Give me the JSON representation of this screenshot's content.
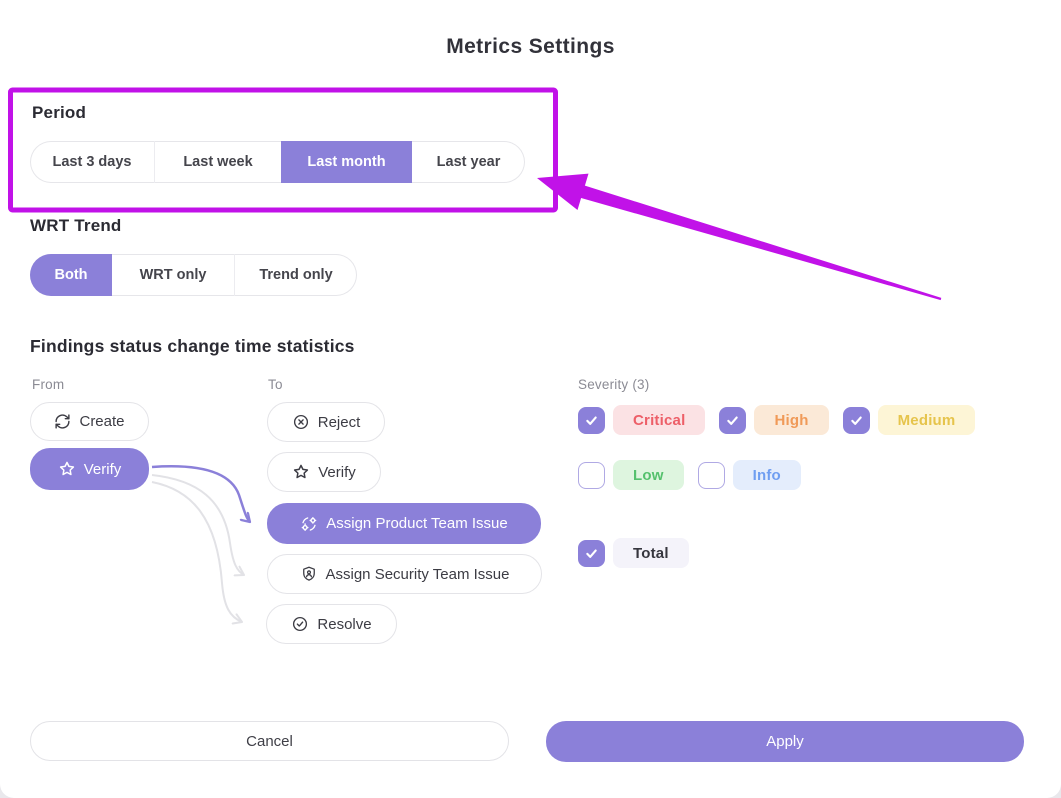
{
  "title": "Metrics Settings",
  "accent_color": "#8b80d9",
  "annotation_color": "#c112e8",
  "period": {
    "label": "Period",
    "options": [
      {
        "label": "Last 3 days",
        "selected": false
      },
      {
        "label": "Last week",
        "selected": false
      },
      {
        "label": "Last month",
        "selected": true
      },
      {
        "label": "Last year",
        "selected": false
      }
    ]
  },
  "wrt_trend": {
    "label": "WRT Trend",
    "options": [
      {
        "label": "Both",
        "selected": true
      },
      {
        "label": "WRT only",
        "selected": false
      },
      {
        "label": "Trend only",
        "selected": false
      }
    ]
  },
  "findings": {
    "heading": "Findings status change time statistics",
    "from_label": "From",
    "to_label": "To",
    "from_options": [
      {
        "label": "Create",
        "icon": "refresh-icon",
        "selected": false
      },
      {
        "label": "Verify",
        "icon": "star-icon",
        "selected": true
      }
    ],
    "to_options": [
      {
        "label": "Reject",
        "icon": "circle-x-icon",
        "selected": false
      },
      {
        "label": "Verify",
        "icon": "star-icon",
        "selected": false
      },
      {
        "label": "Assign Product Team Issue",
        "icon": "gears-sync-icon",
        "selected": true
      },
      {
        "label": "Assign Security Team Issue",
        "icon": "shield-person-icon",
        "selected": false
      },
      {
        "label": "Resolve",
        "icon": "check-circle-icon",
        "selected": false
      }
    ]
  },
  "severity": {
    "label": "Severity (3)",
    "options": [
      {
        "label": "Critical",
        "checked": true,
        "text_color": "#ed5f68",
        "bg_color": "#fbe2e4"
      },
      {
        "label": "High",
        "checked": true,
        "text_color": "#f09a58",
        "bg_color": "#fbe9d7"
      },
      {
        "label": "Medium",
        "checked": true,
        "text_color": "#e6c44c",
        "bg_color": "#fdf5d6"
      },
      {
        "label": "Low",
        "checked": false,
        "text_color": "#55c16d",
        "bg_color": "#def5df"
      },
      {
        "label": "Info",
        "checked": false,
        "text_color": "#6f9ef1",
        "bg_color": "#e4edfc"
      }
    ]
  },
  "total": {
    "label": "Total",
    "checked": true,
    "text_color": "#36363e",
    "bg_color": "#f4f3fa"
  },
  "footer": {
    "cancel_label": "Cancel",
    "apply_label": "Apply"
  }
}
